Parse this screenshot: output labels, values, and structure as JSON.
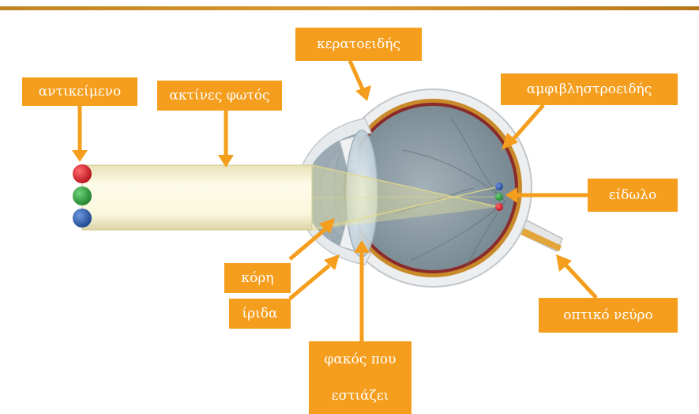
{
  "labels": {
    "object": "αντικείμενο",
    "light_rays": "ακτίνες φωτός",
    "cornea": "κερατοειδής",
    "retina": "αμφιβληστροειδής",
    "image": "είδωλο",
    "pupil": "κόρη",
    "iris": "ίριδα",
    "lens_line1": "φακός που",
    "lens_line2": "εστιάζει",
    "optic_nerve": "οπτικό νεύρο"
  },
  "colors": {
    "label_bg": "#f59d1c",
    "arrow": "#f59d1c",
    "ball_red": "#d0212a",
    "ball_green": "#2f9e3a",
    "ball_blue": "#2c5cab",
    "sclera": "#ecedee",
    "retina_band": "#c98a2a",
    "eye_interior": "#8a9aa2",
    "ray_tube": "#fbf6d8"
  }
}
